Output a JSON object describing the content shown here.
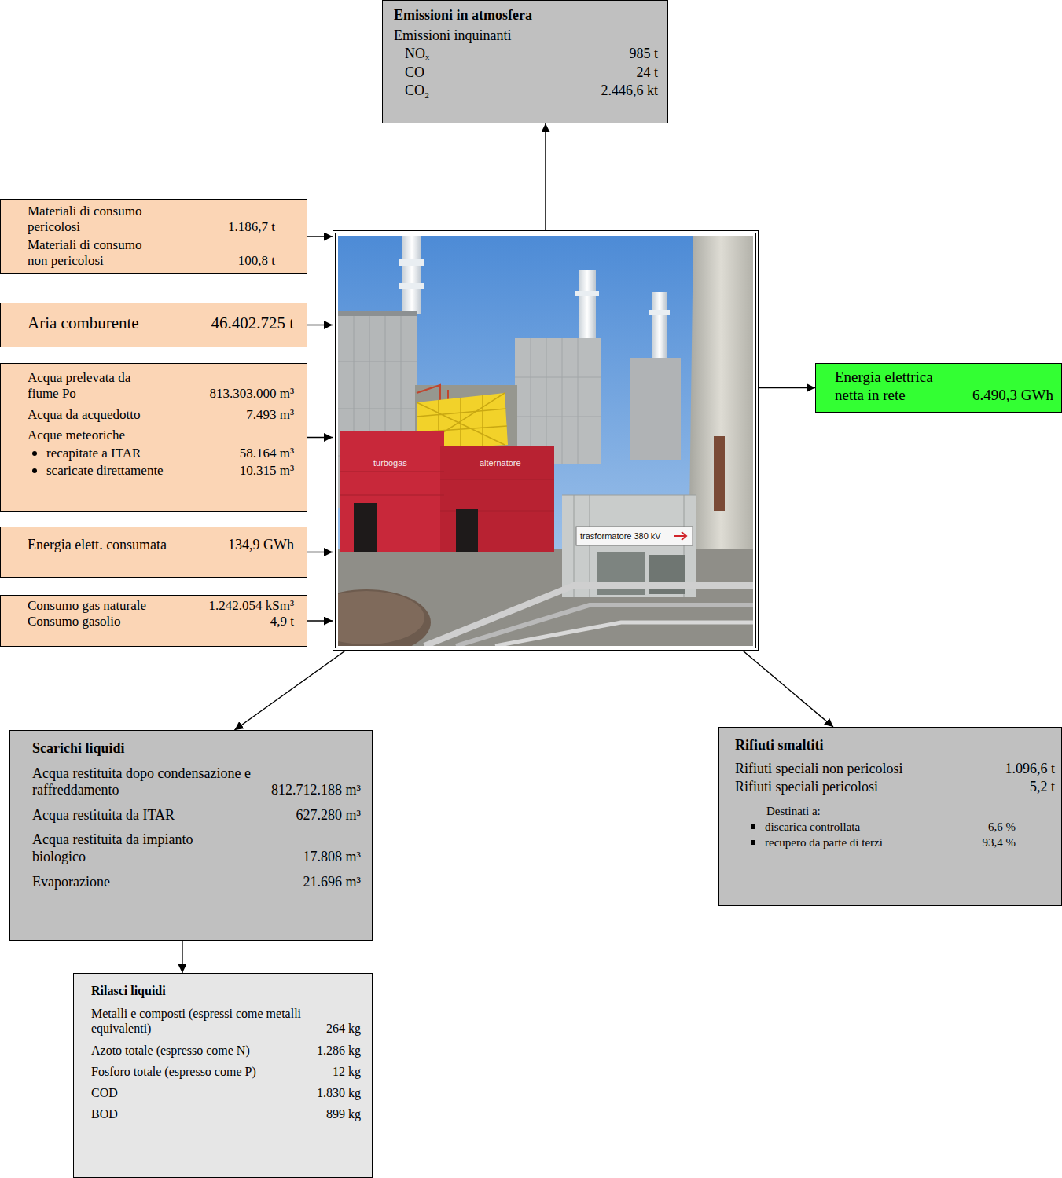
{
  "diagram": {
    "nodes": [
      {
        "text": [
          "Emissioni in atmosfera",
          "Emissioni inquinanti",
          "NOₓ",
          "985 t",
          "CO",
          "24 t",
          "CO₂",
          "2.446,6 kt"
        ]
      },
      {
        "text": [
          "Materiali di consumo pericolosi",
          "1.186,7 t",
          "Materiali di consumo non pericolosi",
          "100,8 t"
        ]
      },
      {
        "text": [
          "Aria comburente",
          "46.402.725 t"
        ]
      },
      {
        "text": [
          "Acqua prelevata da fiume Po",
          "813.303.000 m³",
          "Acqua da acquedotto",
          "7.493 m³",
          "Acque meteoriche",
          "recapitate a ITAR",
          "58.164 m³",
          "scaricate direttamente",
          "10.315 m³"
        ]
      },
      {
        "text": [
          "Energia elett. consumata",
          "134,9 GWh"
        ]
      },
      {
        "text": [
          "Consumo gas naturale",
          "1.242.054 kSm³",
          "Consumo gasolio",
          "4,9 t"
        ]
      },
      {
        "text": [
          "turbogas",
          "alternatore",
          "trasformatore 380 kV"
        ]
      },
      {
        "text": [
          "Energia elettrica netta in rete",
          "6.490,3 GWh"
        ]
      },
      {
        "text": [
          "Scarichi liquidi",
          "Acqua restituita dopo condensazione e raffreddamento",
          "812.712.188 m³",
          "Acqua restituita da ITAR",
          "627.280 m³",
          "Acqua restituita da impianto biologico",
          "17.808 m³",
          "Evaporazione",
          "21.696 m³"
        ]
      },
      {
        "text": [
          "Rifiuti smaltiti",
          "Rifiuti speciali non pericolosi",
          "1.096,6 t",
          "Rifiuti speciali pericolosi",
          "5,2 t",
          "Destinati a:",
          "discarica controllata",
          "6,6 %",
          "recupero da parte di terzi",
          "93,4 %"
        ]
      },
      {
        "text": [
          "Rilasci liquidi",
          "Metalli e composti (espressi come metalli equivalenti)",
          "264 kg",
          "Azoto totale (espresso come N)",
          "1.286 kg",
          "Fosforo totale (espresso come P)",
          "12 kg",
          "COD",
          "1.830 kg",
          "BOD",
          "899 kg"
        ]
      }
    ],
    "edges": [
      {
        "from": 6,
        "to": 0,
        "arrow": "to"
      },
      {
        "from": 1,
        "to": 6,
        "arrow": "to"
      },
      {
        "from": 2,
        "to": 6,
        "arrow": "to"
      },
      {
        "from": 3,
        "to": 6,
        "arrow": "to"
      },
      {
        "from": 4,
        "to": 6,
        "arrow": "to"
      },
      {
        "from": 5,
        "to": 6,
        "arrow": "to"
      },
      {
        "from": 6,
        "to": 7,
        "arrow": "to"
      },
      {
        "from": 6,
        "to": 8,
        "arrow": "to"
      },
      {
        "from": 6,
        "to": 9,
        "arrow": "to"
      },
      {
        "from": 8,
        "to": 10,
        "arrow": "to"
      }
    ]
  }
}
